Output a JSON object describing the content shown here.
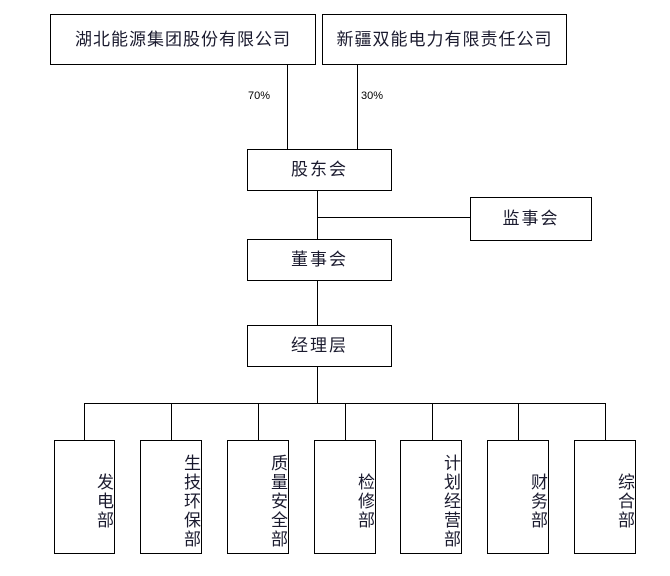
{
  "diagram": {
    "type": "organization-chart",
    "title": "",
    "shareholders": [
      {
        "id": "shareholder-1",
        "label": "湖北能源集团股份有限公司",
        "stake": "70%"
      },
      {
        "id": "shareholder-2",
        "label": "新疆双能电力有限责任公司",
        "stake": "30%"
      }
    ],
    "governance": [
      {
        "id": "shareholders-meeting",
        "label": "股东会"
      },
      {
        "id": "board-of-supervisors",
        "label": "监事会"
      },
      {
        "id": "board-of-directors",
        "label": "董事会"
      },
      {
        "id": "management-layer",
        "label": "经理层"
      }
    ],
    "departments": [
      {
        "id": "dept-1",
        "label": "发电部"
      },
      {
        "id": "dept-2",
        "label": "生技环保部"
      },
      {
        "id": "dept-3",
        "label": "质量安全部"
      },
      {
        "id": "dept-4",
        "label": "检修部"
      },
      {
        "id": "dept-5",
        "label": "计划经营部"
      },
      {
        "id": "dept-6",
        "label": "财务部"
      },
      {
        "id": "dept-7",
        "label": "综合部"
      }
    ],
    "colors": {
      "line": "#000000",
      "box_border": "#000000",
      "box_fill": "#ffffff",
      "text": "#1a1a2e"
    }
  }
}
